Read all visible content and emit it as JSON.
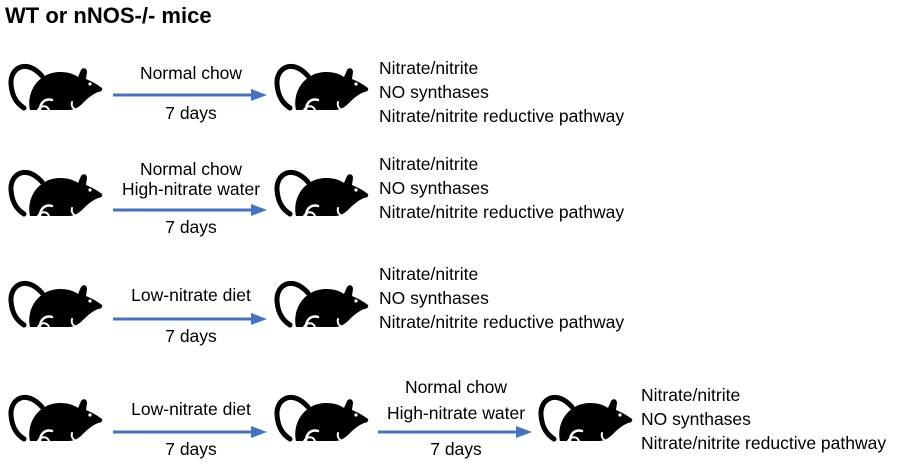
{
  "title": "WT or nNOS-/- mice",
  "icon": "mouse-icon",
  "colors": {
    "arrow": "#4472C4",
    "mouse": "#000000"
  },
  "outcomes": [
    "Nitrate/nitrite",
    "NO synthases",
    "Nitrate/nitrite reductive pathway"
  ],
  "rows": [
    {
      "steps": [
        {
          "treatment": [
            "Normal chow"
          ],
          "duration": "7 days"
        }
      ]
    },
    {
      "steps": [
        {
          "treatment": [
            "Normal chow",
            "High-nitrate water"
          ],
          "duration": "7 days"
        }
      ]
    },
    {
      "steps": [
        {
          "treatment": [
            "Low-nitrate diet"
          ],
          "duration": "7 days"
        }
      ]
    },
    {
      "steps": [
        {
          "treatment": [
            "Low-nitrate diet"
          ],
          "duration": "7 days"
        },
        {
          "treatment": [
            "Normal chow",
            "High-nitrate water"
          ],
          "duration": "7 days"
        }
      ]
    }
  ]
}
